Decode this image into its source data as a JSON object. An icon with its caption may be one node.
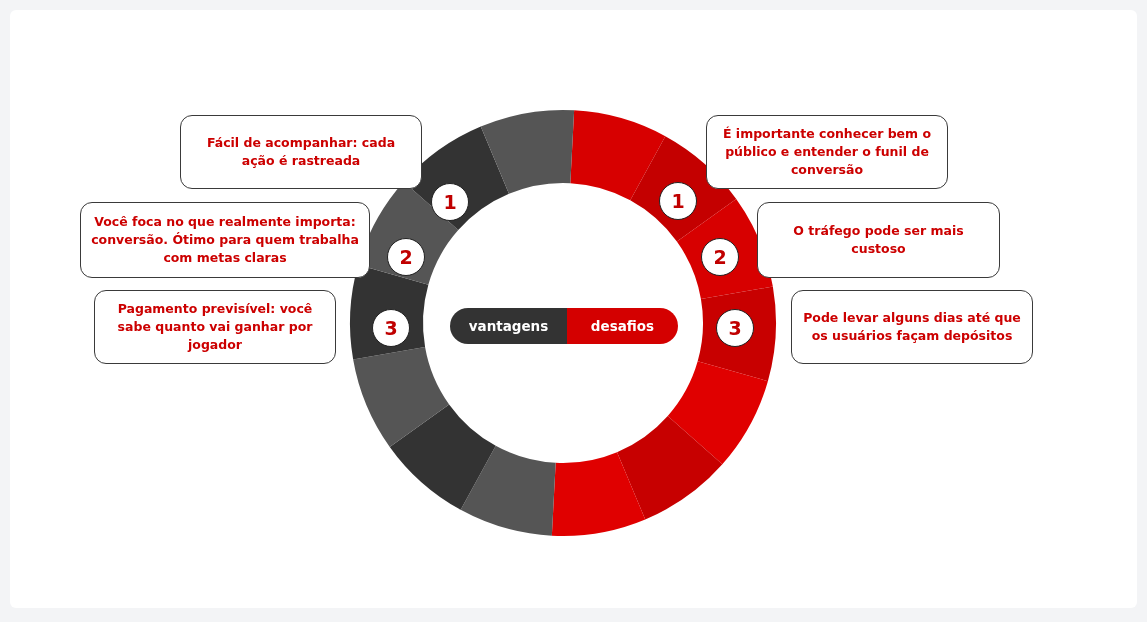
{
  "diagram": {
    "nodes": [
      {
        "text": [
          "Fácil de acompanhar: cada ação é rastreada"
        ]
      },
      {
        "text": [
          "É importante conhecer bem o público e entender o funil de conversão"
        ]
      },
      {
        "text": [
          "1"
        ]
      },
      {
        "text": [
          "1"
        ]
      },
      {
        "text": [
          "Você foca no que realmente importa: conversão. Ótimo para quem trabalha com metas claras"
        ]
      },
      {
        "text": [
          "O tráfego pode ser mais custoso"
        ]
      },
      {
        "text": [
          "2"
        ]
      },
      {
        "text": [
          "2"
        ]
      },
      {
        "text": [
          "Pagamento previsível: você sabe quanto vai ganhar por jogador"
        ]
      },
      {
        "text": [
          "Pode levar alguns dias até que os usuários façam depósitos"
        ]
      },
      {
        "text": [
          "3"
        ]
      },
      {
        "text": [
          "vantagens"
        ]
      },
      {
        "text": [
          "desafios"
        ]
      },
      {
        "text": [
          "3"
        ]
      }
    ]
  }
}
